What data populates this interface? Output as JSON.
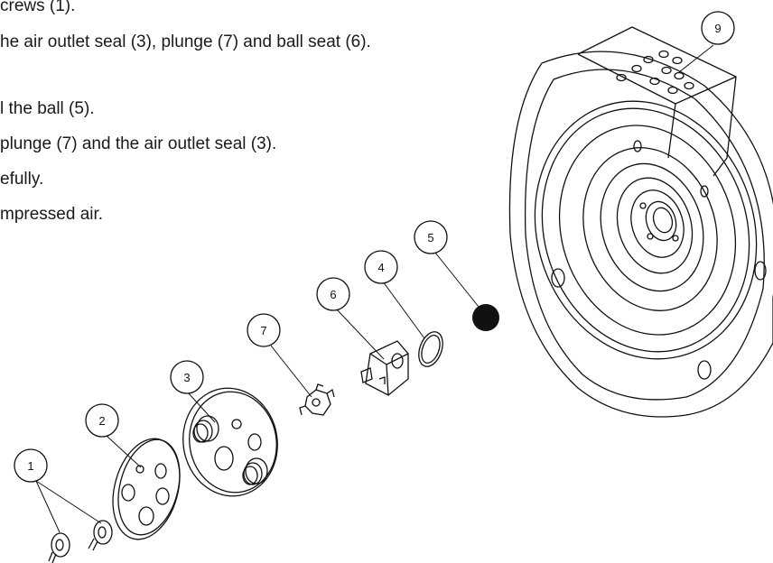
{
  "instructions": [
    "crews (1).",
    "he air outlet seal (3), plunge (7) and ball seat (6).",
    "l the ball (5).",
    " plunge (7) and the air outlet seal (3).",
    "efully.",
    "mpressed air."
  ],
  "callouts": [
    "1",
    "2",
    "3",
    "4",
    "5",
    "6",
    "7",
    "9"
  ]
}
